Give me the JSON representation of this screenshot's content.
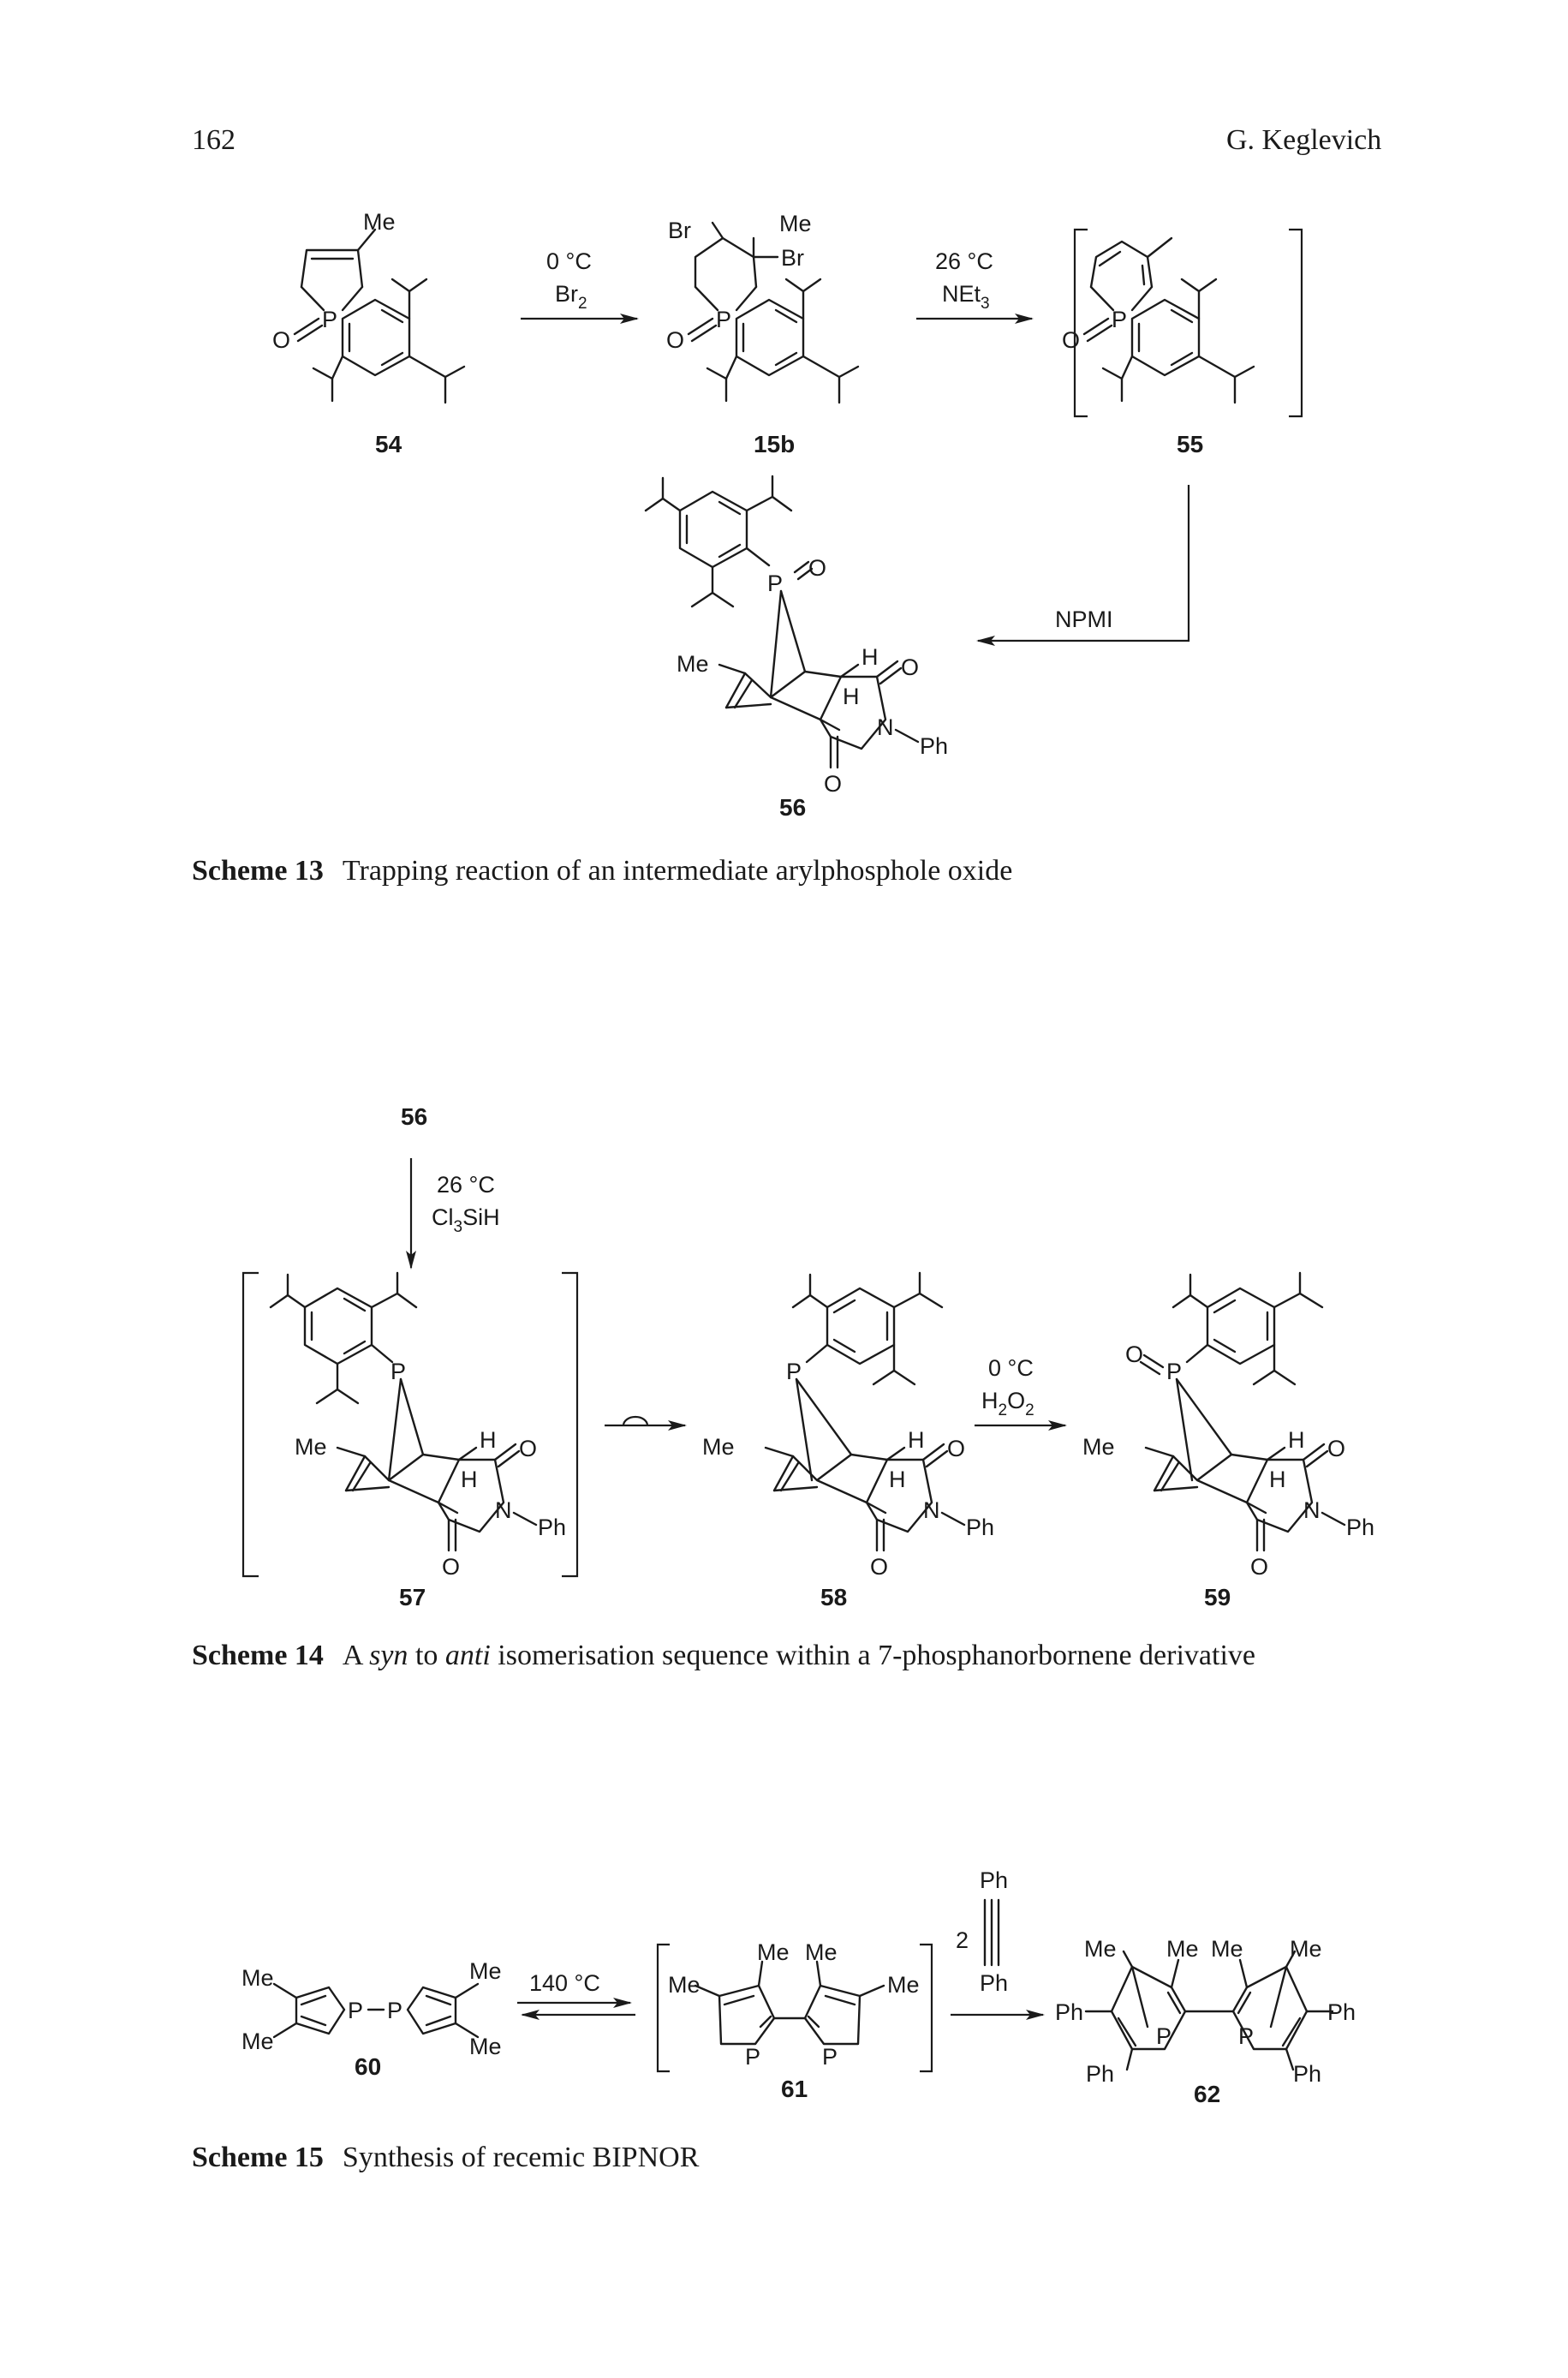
{
  "header": {
    "page_number": "162",
    "running_head": "G. Keglevich"
  },
  "scheme13": {
    "compounds": [
      "54",
      "15b",
      "55",
      "56"
    ],
    "arrow1": {
      "line1": "0 °C",
      "line2": "Br",
      "line2_sub": "2"
    },
    "arrow2": {
      "line1": "26 °C",
      "line2": "NEt",
      "line2_sub": "3"
    },
    "arrow3": {
      "label": "NPMI"
    },
    "caption_label": "Scheme 13",
    "caption_text": "Trapping reaction of an intermediate arylphosphole oxide"
  },
  "scheme14": {
    "compounds": [
      "56",
      "57",
      "58",
      "59"
    ],
    "arrow1": {
      "line1": "26 °C",
      "line2": "Cl",
      "line2_sub": "3",
      "line2_rest": "SiH"
    },
    "arrow3": {
      "line1": "0 °C",
      "line2a": "H",
      "line2_sub1": "2",
      "line2b": "O",
      "line2_sub2": "2"
    },
    "caption_label": "Scheme 14",
    "caption_pre": "A ",
    "caption_syn": "syn",
    "caption_mid": " to ",
    "caption_anti": "anti",
    "caption_post": " isomerisation sequence within a 7-phosphanorbornene derivative"
  },
  "scheme15": {
    "compounds": [
      "60",
      "61",
      "62"
    ],
    "arrow1": {
      "label": "140 °C"
    },
    "arrow2": {
      "coefficient": "2",
      "reagent_top": "Ph",
      "reagent_bottom": "Ph"
    },
    "caption_label": "Scheme 15",
    "caption_text": "Synthesis of recemic BIPNOR"
  },
  "atom_labels": {
    "me": "Me",
    "br": "Br",
    "p": "P",
    "o": "O",
    "h": "H",
    "n": "N",
    "ph": "Ph"
  }
}
